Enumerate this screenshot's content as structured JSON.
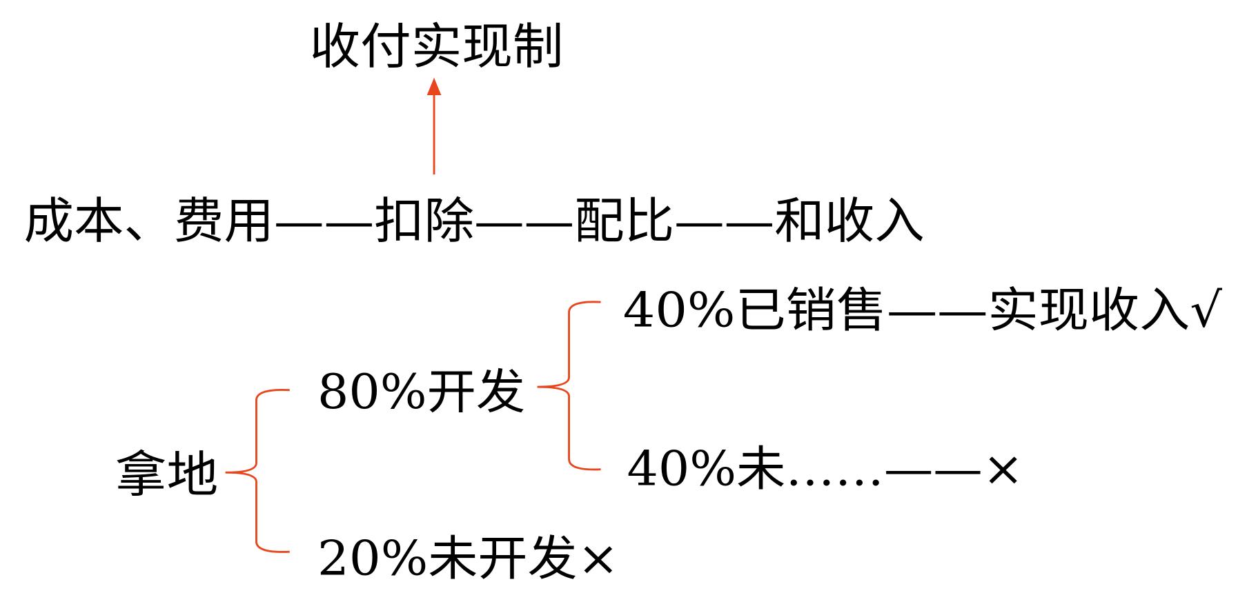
{
  "title": "收付实现制",
  "main_line": "成本、费用——扣除——配比——和收入",
  "tree": {
    "root": "拿地",
    "branch_developed": "80%开发",
    "branch_undeveloped": "20%未开发×",
    "leaf_sold": "40%已销售——实现收入√",
    "leaf_unsold": "40%未……——×"
  },
  "colors": {
    "accent": "#e8461c",
    "text": "#000000"
  }
}
